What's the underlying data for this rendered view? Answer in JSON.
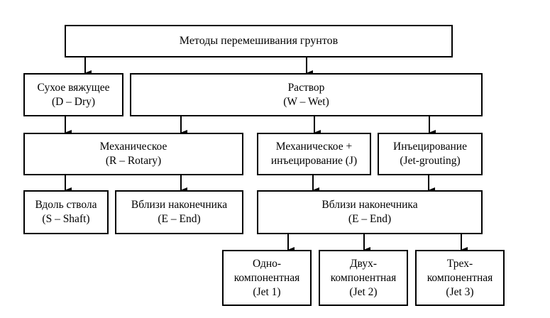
{
  "diagram": {
    "title": "Методы перемешивания грунтов",
    "nodes": {
      "root": {
        "lines": [
          "Методы перемешивания грунтов"
        ]
      },
      "dry": {
        "lines": [
          "Сухое вяжущее",
          "(D – Dry)"
        ]
      },
      "wet": {
        "lines": [
          "Раствор",
          "(W – Wet)"
        ]
      },
      "rotary": {
        "lines": [
          "Механическое",
          "(R – Rotary)"
        ]
      },
      "mech_jet": {
        "lines": [
          "Механическое +",
          "инъецирование (J)"
        ]
      },
      "jet_grout": {
        "lines": [
          "Инъецирование",
          "(Jet-grouting)"
        ]
      },
      "shaft": {
        "lines": [
          "Вдоль ствола",
          "(S – Shaft)"
        ]
      },
      "end_rotary": {
        "lines": [
          "Вблизи наконечника",
          "(E – End)"
        ]
      },
      "end_jet": {
        "lines": [
          "Вблизи наконечника",
          "(E – End)"
        ]
      },
      "jet1": {
        "lines": [
          "Одно-",
          "компонентная",
          "(Jet 1)"
        ]
      },
      "jet2": {
        "lines": [
          "Двух-",
          "компонентная",
          "(Jet 2)"
        ]
      },
      "jet3": {
        "lines": [
          "Трех-",
          "компонентная",
          "(Jet 3)"
        ]
      }
    },
    "edges": [
      [
        "root",
        "dry"
      ],
      [
        "root",
        "wet"
      ],
      [
        "dry",
        "rotary"
      ],
      [
        "wet",
        "rotary"
      ],
      [
        "wet",
        "mech_jet"
      ],
      [
        "wet",
        "jet_grout"
      ],
      [
        "rotary",
        "shaft"
      ],
      [
        "rotary",
        "end_rotary"
      ],
      [
        "mech_jet",
        "end_jet"
      ],
      [
        "jet_grout",
        "end_jet"
      ],
      [
        "end_jet",
        "jet1"
      ],
      [
        "end_jet",
        "jet2"
      ],
      [
        "end_jet",
        "jet3"
      ]
    ]
  }
}
